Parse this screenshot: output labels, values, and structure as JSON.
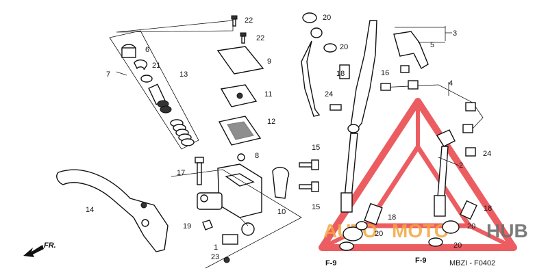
{
  "diagram": {
    "part_labels": [
      "22",
      "22",
      "6",
      "21",
      "7",
      "13",
      "9",
      "11",
      "12",
      "8",
      "17",
      "15",
      "15",
      "10",
      "14",
      "19",
      "1",
      "23",
      "20",
      "20",
      "18",
      "24",
      "3",
      "5",
      "16",
      "4",
      "2",
      "24",
      "18",
      "20",
      "18",
      "20",
      "20"
    ],
    "ref_labels": [
      "F-9",
      "F-9"
    ],
    "direction_label": "FR.",
    "code_label": "MBZI - F0402"
  },
  "watermark": {
    "text_auto": "AUTO",
    "text_moto": "MOTO",
    "text_hub": "HUB",
    "color_red": "#e8353a",
    "color_orange": "#f2a640",
    "color_gray": "#6e6e6e"
  }
}
